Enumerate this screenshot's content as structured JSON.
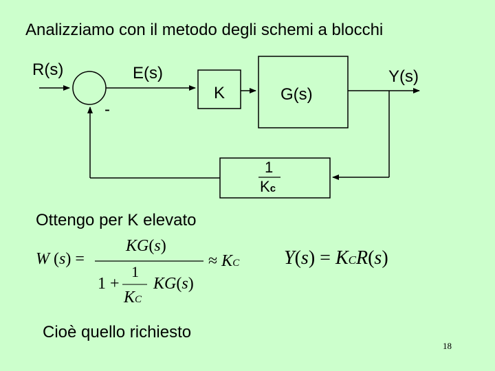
{
  "title": "Analizziamo con il metodo degli schemi a blocchi",
  "diagram": {
    "input_label": "R(s)",
    "error_label": "E(s)",
    "minus_sign": "-",
    "gain_label": "K",
    "plant_label": "G(s)",
    "output_label": "Y(s)",
    "feedback_numerator": "1",
    "feedback_denominator": "Kc"
  },
  "text_high_gain": "Ottengo per K elevato",
  "formula1": {
    "lhs": "W(s) =",
    "numerator": "KG(s)",
    "den_one": "1",
    "den_plus": "1 +",
    "den_KC": "KC",
    "den_KG": "KG(s)",
    "approx": "≈ KC"
  },
  "formula2": "Y(s) = KCR(s)",
  "text_conclusion": "Cioè quello richiesto",
  "page_number": "18",
  "colors": {
    "background": "#ccffcc",
    "ink": "#000000"
  }
}
